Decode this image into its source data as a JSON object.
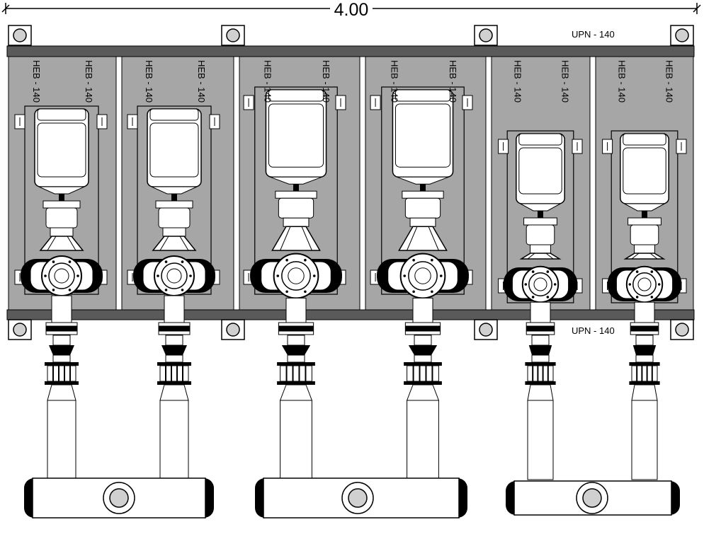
{
  "dimension": {
    "label": "4.00"
  },
  "beam_labels": {
    "top": "UPN - 140",
    "bottom": "UPN - 140"
  },
  "column_label": "HEB - 140",
  "colors": {
    "ink": "#000000",
    "steel": "#a6a6a6",
    "beam": "#5a5a5a",
    "paper": "#ffffff",
    "bolt": "#d0d0d0"
  },
  "pump_groups": [
    {
      "pumps": 2,
      "motor": "medium"
    },
    {
      "pumps": 2,
      "motor": "large"
    },
    {
      "pumps": 2,
      "motor": "small"
    }
  ]
}
